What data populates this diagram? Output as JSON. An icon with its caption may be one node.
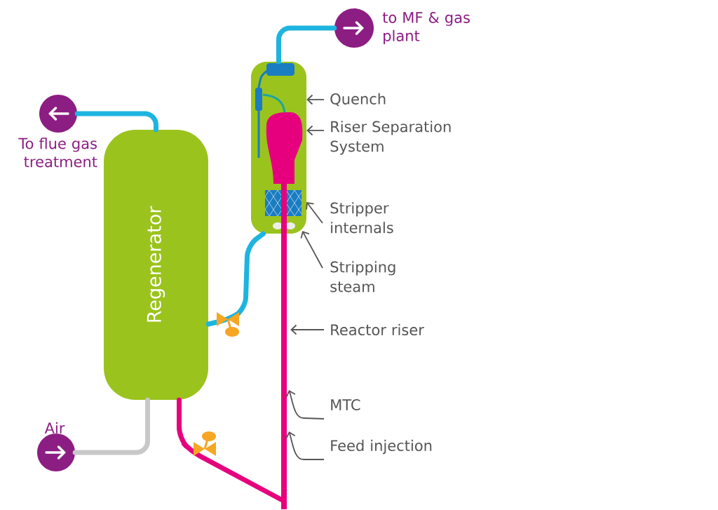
{
  "diagram": {
    "nodes": [
      {
        "text": [
          "to MF & gas plant"
        ]
      },
      {
        "text": [
          "To flue gas treatment"
        ]
      },
      {
        "text": [
          "Regenerator"
        ]
      },
      {
        "text": [],
        "shape": "box"
      },
      {
        "text": [
          "Air"
        ]
      },
      {
        "text": [],
        "shape": "bar"
      },
      {
        "text": [
          "Quench"
        ]
      },
      {
        "text": [
          "Riser Separation System"
        ]
      },
      {
        "text": [
          "Stripper internals"
        ]
      },
      {
        "text": [
          "Stripping steam"
        ]
      },
      {
        "text": [
          "Reactor riser"
        ]
      },
      {
        "text": [
          "MTC"
        ]
      },
      {
        "text": [
          "Feed injection"
        ]
      }
    ],
    "edges": [
      {
        "from": 3,
        "to": 0,
        "arrow": "none",
        "style": "thick",
        "color": "#1eb4e0"
      },
      {
        "from": 2,
        "to": 1,
        "arrow": "none",
        "style": "thick",
        "color": "#1eb4e0"
      },
      {
        "from": 4,
        "to": 2,
        "arrow": "none",
        "style": "thick",
        "color": "#c8c8c8"
      },
      {
        "from": 3,
        "to": 2,
        "arrow": "none",
        "style": "thick",
        "color": "#1eb4e0"
      },
      {
        "from": 2,
        "to": 5,
        "arrow": "none",
        "style": "thick",
        "color": "#e6007e"
      },
      {
        "from": 6,
        "to": 3,
        "arrow": "to"
      },
      {
        "from": 7,
        "to": 3,
        "arrow": "to"
      },
      {
        "from": 8,
        "to": 3,
        "arrow": "to"
      },
      {
        "from": 9,
        "to": 3,
        "arrow": "to"
      },
      {
        "from": 10,
        "to": 5,
        "arrow": "to"
      },
      {
        "from": 11,
        "to": 5,
        "arrow": "to"
      },
      {
        "from": 12,
        "to": 5,
        "arrow": "to"
      }
    ]
  }
}
